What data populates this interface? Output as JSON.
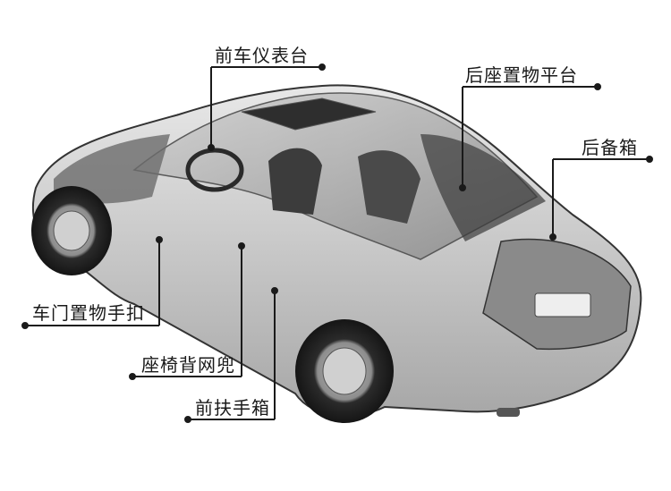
{
  "callouts": [
    {
      "id": "front-dashboard",
      "text": "前车仪表台"
    },
    {
      "id": "rear-parcel-shelf",
      "text": "后座置物平台"
    },
    {
      "id": "trunk",
      "text": "后备箱"
    },
    {
      "id": "door-storage-handle",
      "text": "车门置物手扣"
    },
    {
      "id": "seatback-net-pocket",
      "text": "座椅背网兜"
    },
    {
      "id": "front-armrest-box",
      "text": "前扶手箱"
    }
  ],
  "colors": {
    "line": "#1a1a1a",
    "body": "#c9c9c9",
    "shadow": "#6e6e6e",
    "glass": "#9a9a9a"
  }
}
